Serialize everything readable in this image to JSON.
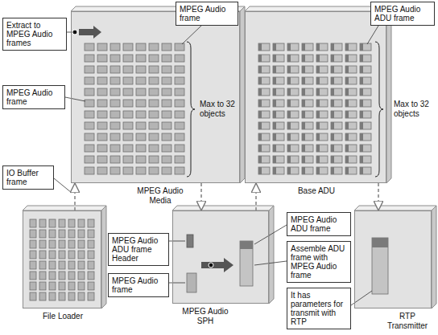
{
  "diagram": {
    "nodes": [
      {
        "text": [
          "Extract to MPEG Audio frames"
        ]
      },
      {
        "text": [
          "MPEG Audio frame"
        ]
      },
      {
        "text": [
          "MPEG Audio ADU frame"
        ]
      },
      {
        "text": [
          "MPEG Audio Media"
        ]
      },
      {
        "text": [
          "Base ADU"
        ]
      },
      {
        "text": [
          "MPEG Audio frame"
        ]
      },
      {
        "text": [
          "IO Buffer frame"
        ]
      },
      {
        "text": [
          "File Loader"
        ]
      },
      {
        "text": [
          "MPEG Audio ADU frame Header"
        ]
      },
      {
        "text": [
          "MPEG Audio frame"
        ]
      },
      {
        "text": [
          "MPEG Audio SPH"
        ]
      },
      {
        "text": [
          "MPEG Audio ADU frame"
        ]
      },
      {
        "text": [
          "Assemble ADU frame with MPEG Audio frame"
        ]
      },
      {
        "text": [
          "It has parameters for transmit with RTP"
        ]
      },
      {
        "text": [
          "RTP Transmitter"
        ]
      }
    ],
    "edges": [
      {
        "from": 7,
        "to": 3,
        "arrow": "to"
      },
      {
        "from": 3,
        "to": 10,
        "arrow": "to"
      },
      {
        "from": 10,
        "to": 4,
        "arrow": "to"
      },
      {
        "from": 4,
        "to": 14,
        "arrow": "to"
      }
    ],
    "labels": [
      "Max to 32 objects",
      "Max to 32 objects"
    ]
  }
}
